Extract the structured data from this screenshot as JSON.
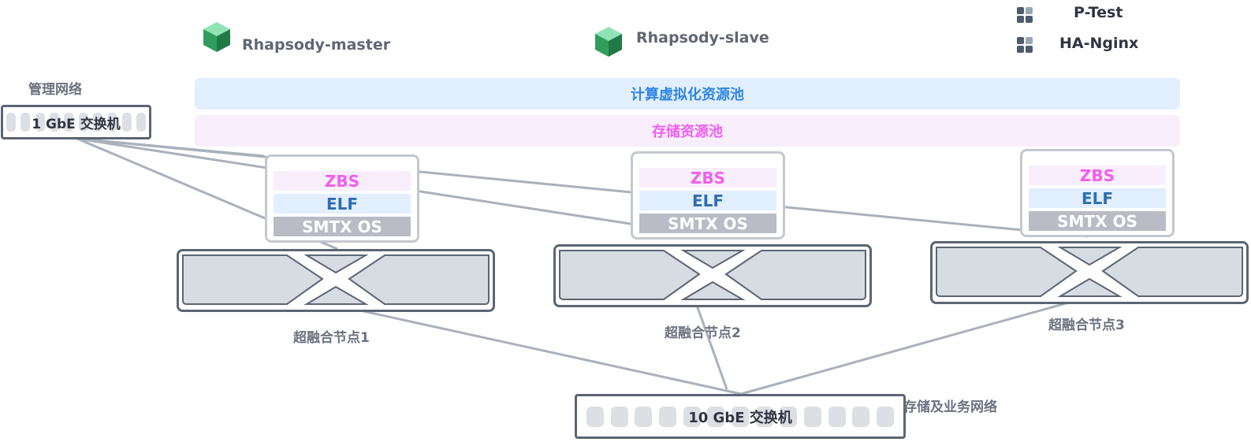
{
  "vms": [
    {
      "name": "Rhapsody-master",
      "icon": "vm-cube-icon"
    },
    {
      "name": "Rhapsody-slave",
      "icon": "vm-cube-icon"
    }
  ],
  "apps": [
    {
      "name": "P-Test",
      "icon": "app-grid-icon"
    },
    {
      "name": "HA-Nginx",
      "icon": "app-grid-icon"
    }
  ],
  "pools": {
    "compute": "计算虚拟化资源池",
    "storage": "存储资源池"
  },
  "management_network": {
    "label": "管理网络",
    "switch": "1 GbE 交换机"
  },
  "storage_network": {
    "label": "存储及业务网络",
    "switch": "10 GbE 交换机"
  },
  "nodes": [
    {
      "label": "超融合节点1",
      "layers": [
        "ZBS",
        "ELF",
        "SMTX OS"
      ]
    },
    {
      "label": "超融合节点2",
      "layers": [
        "ZBS",
        "ELF",
        "SMTX OS"
      ]
    },
    {
      "label": "超融合节点3",
      "layers": [
        "ZBS",
        "ELF",
        "SMTX OS"
      ]
    }
  ],
  "colors": {
    "compute_text": "#2e86e6",
    "storage_text": "#f060f0",
    "elf_text": "#2e6db4",
    "os_bg": "#b9bcc5",
    "link_line": "#a9b1bb"
  }
}
